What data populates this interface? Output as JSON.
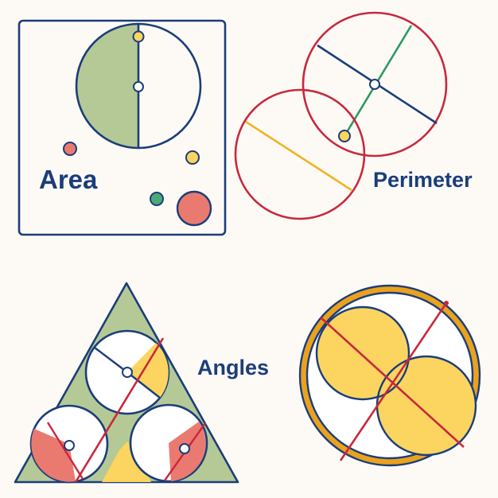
{
  "labels": {
    "area": "Area",
    "perimeter": "Perimeter",
    "angles": "Angles"
  },
  "colors": {
    "background": "#fdfaf6",
    "navy": "#1b3d7a",
    "crimson": "#c8283e",
    "green": "#b5c996",
    "yellow": "#fbd55f",
    "golden_orange": "#eaa21d",
    "coral": "#ea7a6f",
    "amber_line": "#f0b422",
    "teal_line": "#2b9a63",
    "teal_dot": "#4aab74"
  }
}
